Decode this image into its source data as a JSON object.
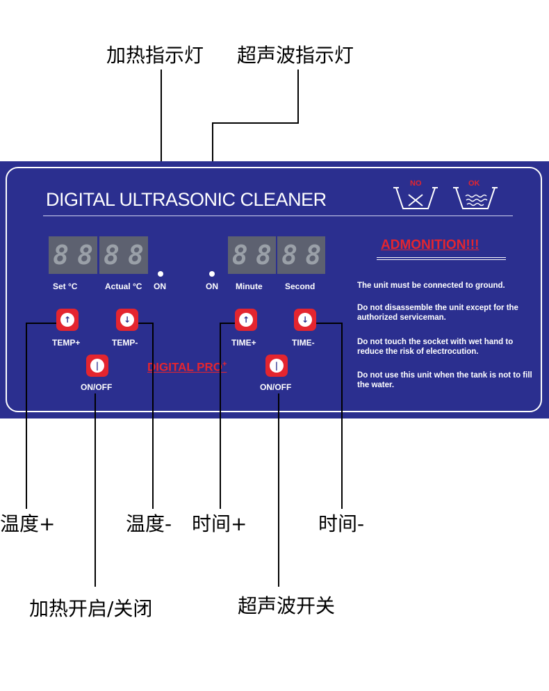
{
  "callouts": {
    "heat_indicator": "加热指示灯",
    "ultrasonic_indicator": "超声波指示灯",
    "temp_plus": "温度+",
    "temp_minus": "温度-",
    "time_plus": "时间+",
    "time_minus": "时间-",
    "heat_onoff": "加热开启/关闭",
    "ultrasonic_switch": "超声波开关"
  },
  "panel": {
    "title": "DIGITAL ULTRASONIC CLEANER",
    "displays": {
      "left": [
        "8",
        "8",
        "8",
        "8"
      ],
      "right": [
        "8",
        "8",
        "8",
        "8"
      ]
    },
    "labels": {
      "set": "Set  °C",
      "actual": "Actual °C",
      "on_left": "ON",
      "on_right": "ON",
      "minute": "Minute",
      "second": "Second"
    },
    "buttons": {
      "temp_plus": "TEMP+",
      "temp_minus": "TEMP-",
      "onoff_left": "ON/OFF",
      "time_plus": "TIME+",
      "time_minus": "TIME-",
      "onoff_right": "ON/OFF"
    },
    "brand": "DIGITAL PRO",
    "brand_sup": "+",
    "tank_no": "NO",
    "tank_ok": "OK",
    "admonition": "ADMONITION!!!",
    "warnings": [
      "The unit must be connected to ground.",
      "Do not disassemble the unit except  for the authorized serviceman.",
      "Do not touch the socket with wet hand to reduce the risk of electrocution.",
      "Do not use this unit when the tank is not to fill the water."
    ],
    "colors": {
      "panel": "#2b2f8f",
      "button": "#e4252f",
      "display": "#5d6170"
    }
  }
}
